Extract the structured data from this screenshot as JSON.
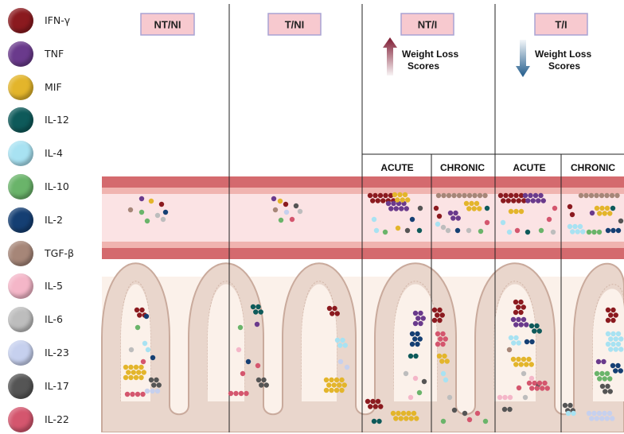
{
  "colors": {
    "vessel_wall": "#d46a6e",
    "vessel_wall_inner": "#f0b4b0",
    "vessel_lumen": "#fbe3e4",
    "villus_fill": "#e9d6cc",
    "villus_edge": "#c9aa9c",
    "lamina": "#fbf1ea",
    "header_box_fill": "#f7c9cf",
    "header_box_edge": "#a9a3d4",
    "arrow_up": "#8a1f36",
    "arrow_down": "#1f5a8a"
  },
  "legend": [
    {
      "label": "IFN-γ",
      "color": "#8b1a1f"
    },
    {
      "label": "TNF",
      "color": "#6a3a8c"
    },
    {
      "label": "MIF",
      "color": "#e3b52b"
    },
    {
      "label": "IL-12",
      "color": "#0e5a5a"
    },
    {
      "label": "IL-4",
      "color": "#a8e2f2"
    },
    {
      "label": "IL-10",
      "color": "#6ab46a"
    },
    {
      "label": "IL-2",
      "color": "#153f73"
    },
    {
      "label": "TGF-β",
      "color": "#a68678"
    },
    {
      "label": "IL-5",
      "color": "#f4b6c8"
    },
    {
      "label": "IL-6",
      "color": "#bdbdbd"
    },
    {
      "label": "IL-23",
      "color": "#c6d0ee"
    },
    {
      "label": "IL-17",
      "color": "#555555"
    },
    {
      "label": "IL-22",
      "color": "#d4566e"
    }
  ],
  "groups": [
    {
      "label": "NT/NI"
    },
    {
      "label": "T/NI"
    },
    {
      "label": "NT/I"
    },
    {
      "label": "T/I"
    }
  ],
  "weight_loss": [
    {
      "text_line1": "Weight Loss",
      "text_line2": "Scores",
      "direction": "up"
    },
    {
      "text_line1": "Weight Loss",
      "text_line2": "Scores",
      "direction": "down"
    }
  ],
  "subgroups": [
    "ACUTE",
    "CHRONIC",
    "ACUTE",
    "CHRONIC"
  ]
}
